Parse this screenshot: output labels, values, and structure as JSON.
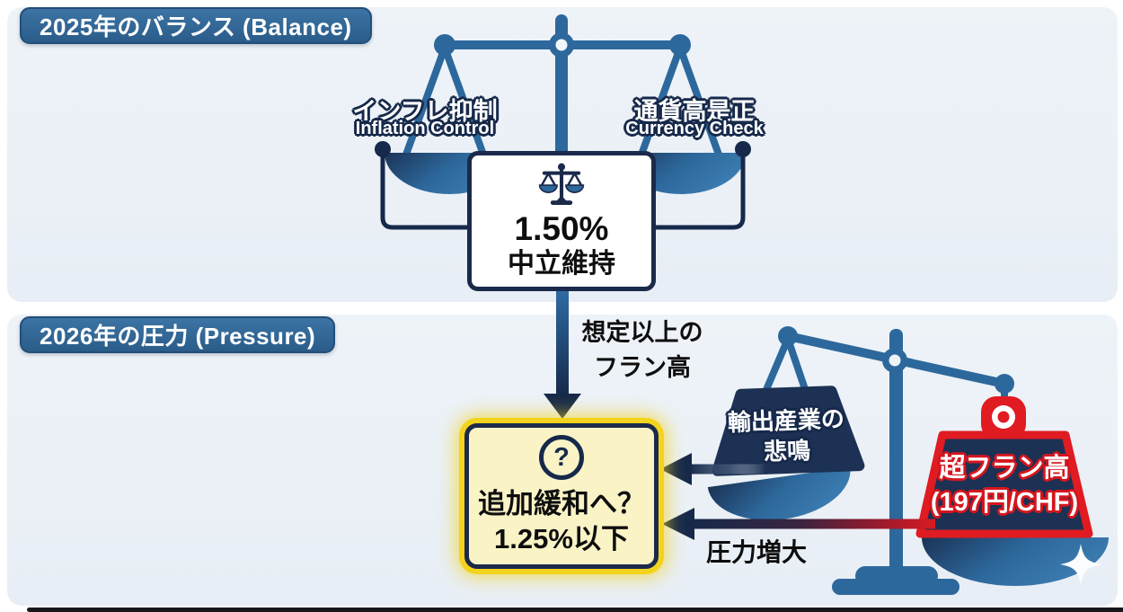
{
  "colors": {
    "accent_blue": "#2d689c",
    "navy": "#16294a",
    "red": "#e01b22",
    "glow_yellow": "#f3d31d",
    "panel_bg": "#ebf1f7"
  },
  "icons": {
    "balance": "balance-scale-icon",
    "question": "question-mark-icon",
    "sparkle": "sparkle-icon"
  },
  "balance_section": {
    "badge": "2025年のバランス (Balance)",
    "scale": {
      "left_ja": "インフレ抑制",
      "left_en": "Inflation Control",
      "right_ja": "通貨高是正",
      "right_en": "Currency Check"
    },
    "neutral_box": {
      "rate": "1.50%",
      "status": "中立維持"
    }
  },
  "pressure_section": {
    "badge": "2026年の圧力 (Pressure)",
    "trigger": {
      "line1": "想定以上の",
      "line2": "フラン高"
    },
    "question_box": {
      "mark": "?",
      "line1": "追加緩和へ？",
      "line2": "1.25%以下"
    },
    "export_weight": {
      "line1": "輸出産業の",
      "line2": "悲鳴"
    },
    "franc_weight": {
      "line1": "超フラン高",
      "line2": "(197円/CHF)"
    },
    "pressure_arrow_label": "圧力増大"
  }
}
